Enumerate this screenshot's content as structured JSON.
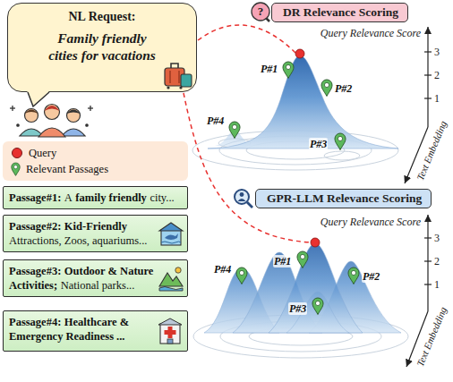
{
  "diagram": {
    "nodes": [
      {
        "text": [
          "NL Request:",
          "Family friendly cities for vacations"
        ]
      },
      {
        "text": [
          "Passage#1:",
          "A",
          "family friendly",
          "city..."
        ]
      },
      {
        "text": [
          "Passage#2:",
          "Kid-Friendly",
          "Attractions, Zoos, aquariums..."
        ]
      },
      {
        "text": [
          "Passage#3:",
          "Outdoor & Nature Activities;",
          "National parks..."
        ]
      },
      {
        "text": [
          "Passage#4:",
          "Healthcare & Emergency Readiness ..."
        ]
      },
      {
        "text": [
          "DR Relevance Scoring"
        ]
      },
      {
        "text": [
          "GPR-LLM Relevance Scoring"
        ]
      }
    ],
    "labels": [
      "?",
      "Query Relevance Score",
      "3",
      "2",
      "1",
      "Text Embedding",
      "P#1",
      "P#2",
      "P#3",
      "P#4",
      "Query Relevance Score",
      "3",
      "2",
      "1",
      "Text Embedding",
      "P#1",
      "P#2",
      "P#3",
      "P#4"
    ],
    "legend": [
      {
        "text": "Query",
        "color": "#e8312f"
      },
      {
        "text": "Relevant Passages"
      }
    ]
  }
}
